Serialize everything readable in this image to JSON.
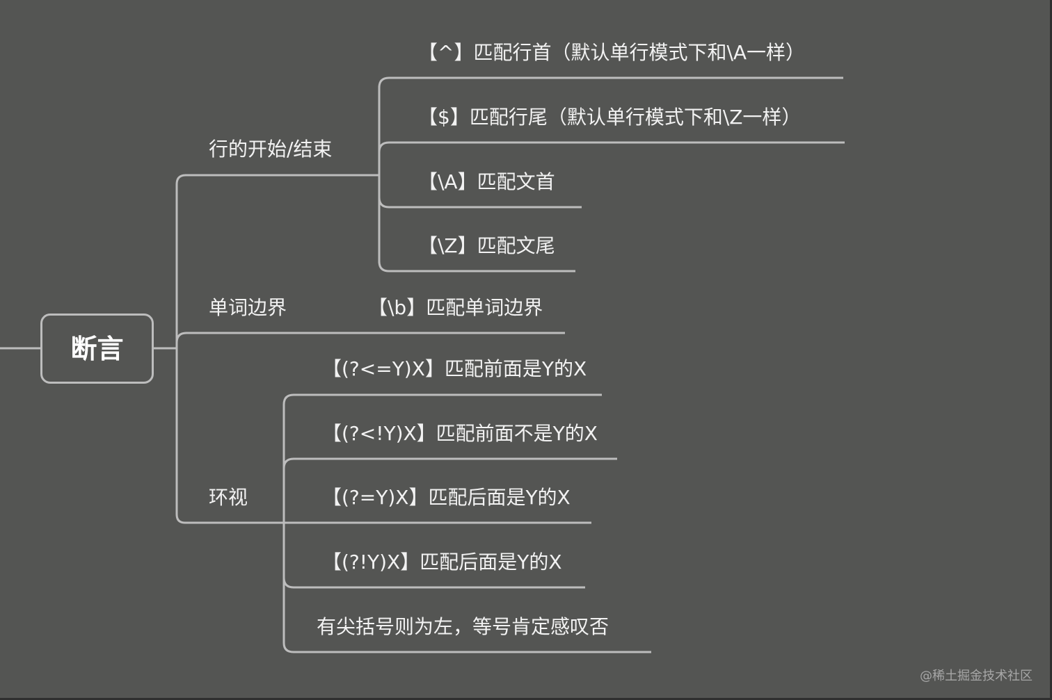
{
  "diagram": {
    "root": "断言",
    "branches": [
      {
        "label": "行的开始/结束",
        "children": [
          "【^】匹配行首（默认单行模式下和\\A一样）",
          "【$】匹配行尾（默认单行模式下和\\Z一样）",
          "【\\A】匹配文首",
          "【\\Z】匹配文尾"
        ]
      },
      {
        "label": "单词边界",
        "children": [
          "【\\b】匹配单词边界"
        ]
      },
      {
        "label": "环视",
        "children": [
          "【(?<=Y)X】匹配前面是Y的X",
          "【(?<!Y)X】匹配前面不是Y的X",
          "【(?=Y)X】匹配后面是Y的X",
          "【(?!Y)X】匹配后面是Y的X",
          "有尖括号则为左，等号肯定感叹否"
        ]
      }
    ]
  },
  "watermark": "@稀土掘金技术社区",
  "colors": {
    "background": "#545553",
    "line": "#bdbdbd",
    "text": "#f2f2f2"
  }
}
